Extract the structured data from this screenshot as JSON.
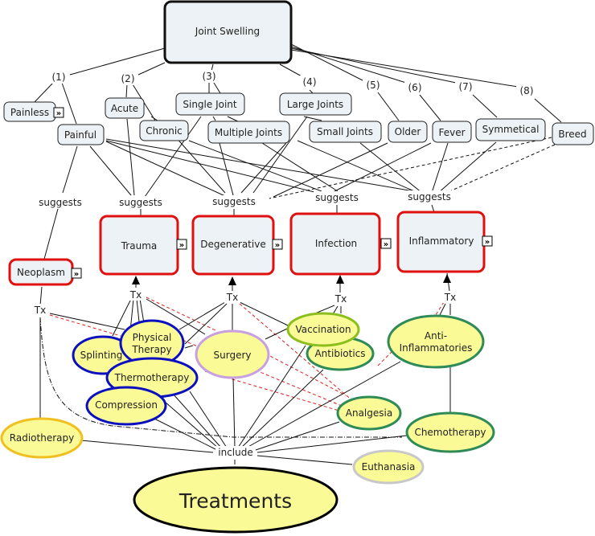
{
  "map": {
    "root": {
      "id": "joint-swelling",
      "label": "Joint Swelling"
    },
    "criteria_labels": [
      "(1)",
      "(2)",
      "(3)",
      "(4)",
      "(5)",
      "(6)",
      "(7)",
      "(8)"
    ],
    "criteria": [
      {
        "id": "painless",
        "label": "Painless",
        "group": 1,
        "expandable": true
      },
      {
        "id": "painful",
        "label": "Painful",
        "group": 1,
        "expandable": false
      },
      {
        "id": "acute",
        "label": "Acute",
        "group": 2,
        "expandable": false
      },
      {
        "id": "chronic",
        "label": "Chronic",
        "group": 2,
        "expandable": false
      },
      {
        "id": "single-joint",
        "label": "Single Joint",
        "group": 3,
        "expandable": false
      },
      {
        "id": "multiple-joints",
        "label": "Multiple Joints",
        "group": 3,
        "expandable": false
      },
      {
        "id": "large-joints",
        "label": "Large Joints",
        "group": 4,
        "expandable": false
      },
      {
        "id": "small-joints",
        "label": "Small Joints",
        "group": 4,
        "expandable": false
      },
      {
        "id": "older",
        "label": "Older",
        "group": 5,
        "expandable": false
      },
      {
        "id": "fever",
        "label": "Fever",
        "group": 6,
        "expandable": false
      },
      {
        "id": "symmetical",
        "label": "Symmetical",
        "group": 7,
        "expandable": false
      },
      {
        "id": "breed",
        "label": "Breed",
        "group": 8,
        "expandable": false
      }
    ],
    "link_suggests": "suggests",
    "link_tx": "Tx",
    "link_include": "include",
    "diagnoses": [
      {
        "id": "neoplasm",
        "label": "Neoplasm",
        "expandable": true
      },
      {
        "id": "trauma",
        "label": "Trauma",
        "expandable": true
      },
      {
        "id": "degenerative",
        "label": "Degenerative",
        "expandable": true
      },
      {
        "id": "infection",
        "label": "Infection",
        "expandable": true
      },
      {
        "id": "inflammatory",
        "label": "Inflammatory",
        "expandable": true
      }
    ],
    "treatments": [
      {
        "id": "splinting",
        "label": "Splinting",
        "border": "#0a10c0"
      },
      {
        "id": "physical-therapy",
        "label": "Physical Therapy",
        "border": "#0a10c0"
      },
      {
        "id": "thermotherapy",
        "label": "Thermotherapy",
        "border": "#0a10c0"
      },
      {
        "id": "compression",
        "label": "Compression",
        "border": "#0a10c0"
      },
      {
        "id": "surgery",
        "label": "Surgery",
        "border": "#c8a0e0"
      },
      {
        "id": "vaccination",
        "label": "Vaccination",
        "border": "#8cbf1e"
      },
      {
        "id": "antibiotics",
        "label": "Antibiotics",
        "border": "#2e8b57"
      },
      {
        "id": "anti-inflammatories",
        "label": "Anti-Inflammatories",
        "border": "#2e8b57"
      },
      {
        "id": "analgesia",
        "label": "Analgesia",
        "border": "#2e8b57"
      },
      {
        "id": "chemotherapy",
        "label": "Chemotherapy",
        "border": "#2e8b57"
      },
      {
        "id": "radiotherapy",
        "label": "Radiotherapy",
        "border": "#f0c020"
      },
      {
        "id": "euthanasia",
        "label": "Euthanasia",
        "border": "#c8c8c8"
      }
    ],
    "hub": {
      "id": "treatments",
      "label": "Treatments"
    },
    "colors": {
      "criteria_fill": "#ecf2f5",
      "diagnosis_border": "#e01010",
      "treatment_fill": "#fafa96",
      "hub_border": "#000000",
      "root_border": "#111111"
    }
  }
}
